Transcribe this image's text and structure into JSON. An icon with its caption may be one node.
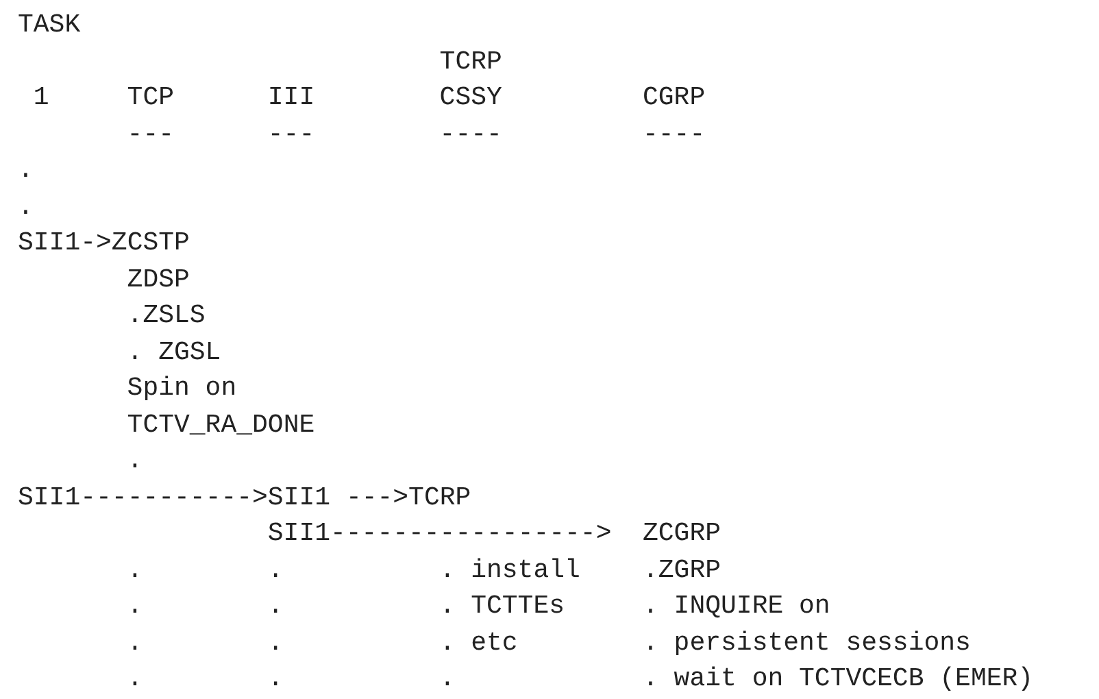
{
  "diagram": {
    "labels": [
      "TASK",
      "TCRP",
      "1",
      "TCP",
      "III",
      "CSSY",
      "CGRP",
      "---",
      "---",
      "----",
      "----",
      ".",
      ".",
      "SII1->ZCSTP",
      "ZDSP",
      ".ZSLS",
      ". ZGSL",
      "Spin on",
      "TCTV_RA_DONE",
      ".",
      "SII1----------->SII1 --->TCRP",
      "SII1----------------->",
      "ZCGRP",
      ".",
      ".",
      ". install",
      ".ZGRP",
      ".",
      ".",
      ". TCTTEs",
      ". INQUIRE on",
      ".",
      ".",
      ". etc",
      ". persistent sessions",
      ".",
      ".",
      ".",
      ". wait on TCTVCECB (EMER)"
    ]
  }
}
